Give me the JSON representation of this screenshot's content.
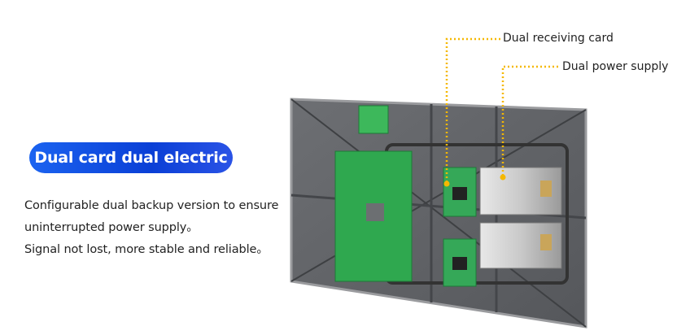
{
  "feature": {
    "title": "Dual card dual electric",
    "description": [
      "Configurable dual backup version to ensure",
      "uninterrupted power supply。",
      "Signal not lost, more stable and reliable。"
    ]
  },
  "callouts": {
    "receiving_card": "Dual receiving card",
    "power_supply": "Dual power supply"
  },
  "colors": {
    "accent_blue": "#1b63f0",
    "callout_line": "#f5b800",
    "pcb_green": "#2fa84f"
  }
}
